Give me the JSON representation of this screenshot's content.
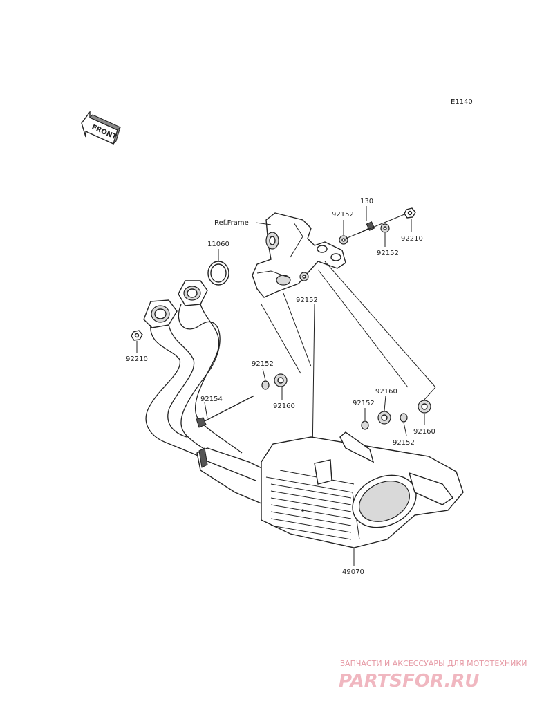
{
  "diagram_code": "E1140",
  "front_label": "FRONT",
  "ref_frame": "Ref.Frame",
  "part_numbers": {
    "bolt_130": "130",
    "gasket_11060": "11060",
    "collar_top_left": "92152",
    "collar_top_right": "92152",
    "collar_bracket": "92152",
    "nut_top": "92210",
    "nut_header": "92210",
    "collar_mid": "92152",
    "bushing_mid": "92160",
    "bolt_long": "92154",
    "collar_low_left": "92152",
    "bushing_low_left": "92160",
    "collar_low_right": "92152",
    "bushing_low_right": "92160",
    "muffler": "49070"
  },
  "watermark": {
    "tagline": "ЗАПЧАСТИ И АКСЕССУАРЫ ДЛЯ МОТОТЕХНИКИ",
    "brand": "PARTSFOR.RU"
  }
}
